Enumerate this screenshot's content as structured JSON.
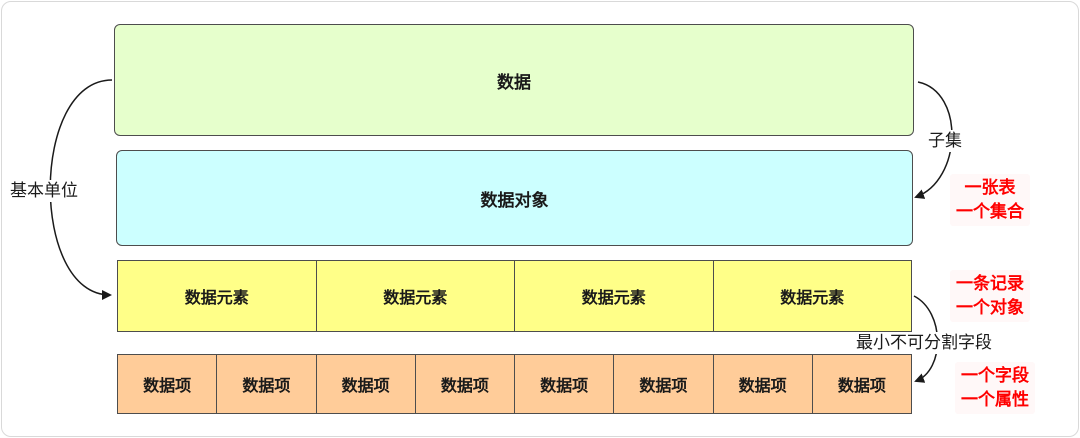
{
  "diagram": {
    "data_label": "数据",
    "object_label": "数据对象",
    "elements": [
      "数据元素",
      "数据元素",
      "数据元素",
      "数据元素"
    ],
    "items": [
      "数据项",
      "数据项",
      "数据项",
      "数据项",
      "数据项",
      "数据项",
      "数据项",
      "数据项"
    ],
    "left_label": "基本单位",
    "subset_label": "子集",
    "smallest_label": "最小不可分割字段",
    "notes": {
      "object": [
        "一张表",
        "一个集合"
      ],
      "element": [
        "一条记录",
        "一个对象"
      ],
      "item": [
        "一个字段",
        "一个属性"
      ]
    },
    "colors": {
      "data": "#e6ffcc",
      "object": "#ccffff",
      "element": "#ffff88",
      "item": "#ffcc99",
      "note_text": "#ff0000"
    }
  }
}
